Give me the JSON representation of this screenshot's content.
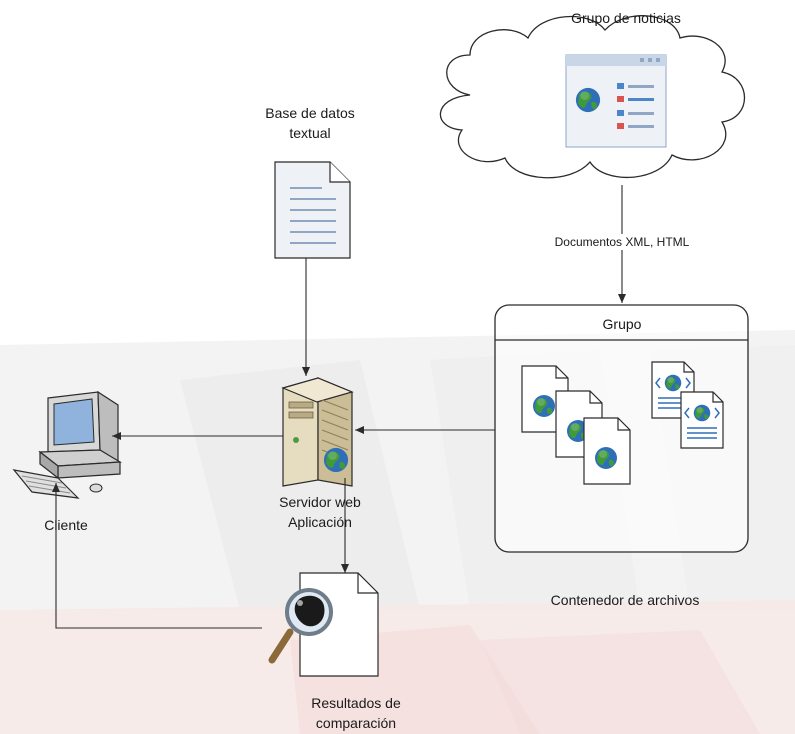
{
  "diagram": {
    "news_group_label": "Grupo de noticias",
    "database_label_line1": "Base de datos",
    "database_label_line2": "textual",
    "edge_label_xml_html": "Documentos XML, HTML",
    "group_box_title": "Grupo",
    "server_label_line1": "Servidor web",
    "server_label_line2": "Aplicación",
    "client_label": "Cliente",
    "file_container_label": "Contenedor de archivos",
    "results_label_line1": "Resultados de",
    "results_label_line2": "comparación"
  },
  "colors": {
    "line": "#2b2b2b",
    "doc_fill": "#eef1f6",
    "doc_lines": "#8fa6c4",
    "globe_blue": "#2f6fb8",
    "globe_green": "#3f9a3a",
    "browser_blue": "#4a86c8",
    "browser_red": "#d9534f",
    "server_beige": "#d9ccaa",
    "background_band_gray": "#e9e9ea",
    "background_band_red": "#f4d8d6"
  }
}
